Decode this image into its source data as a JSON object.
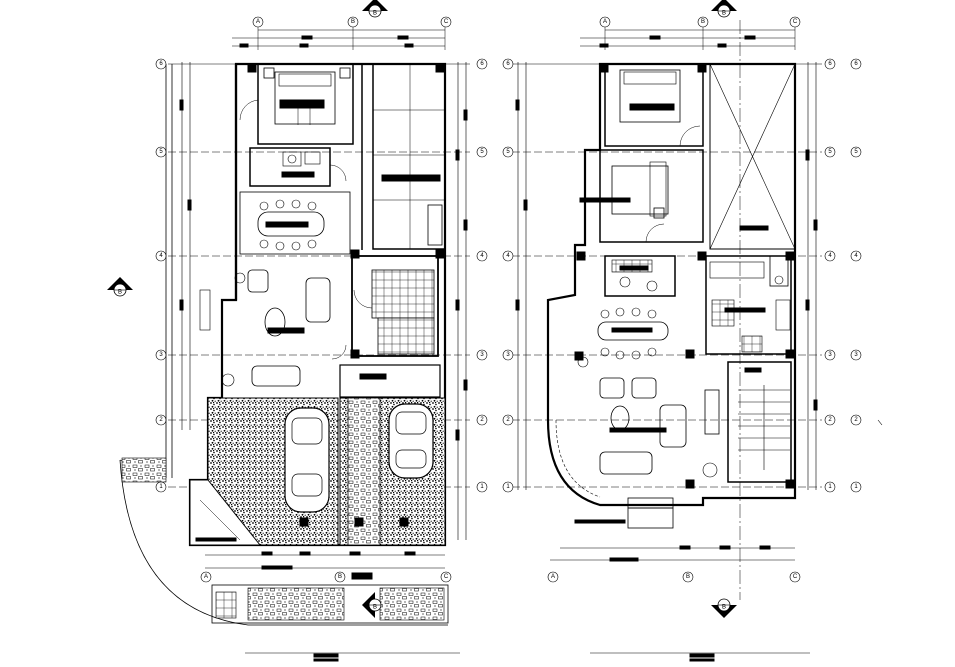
{
  "grid_columns": [
    "A",
    "B",
    "C"
  ],
  "grid_rows": [
    "1",
    "2",
    "3",
    "4",
    "5",
    "6"
  ],
  "section_marker": "B",
  "colors": {
    "ink": "#000000",
    "paper": "#ffffff"
  }
}
